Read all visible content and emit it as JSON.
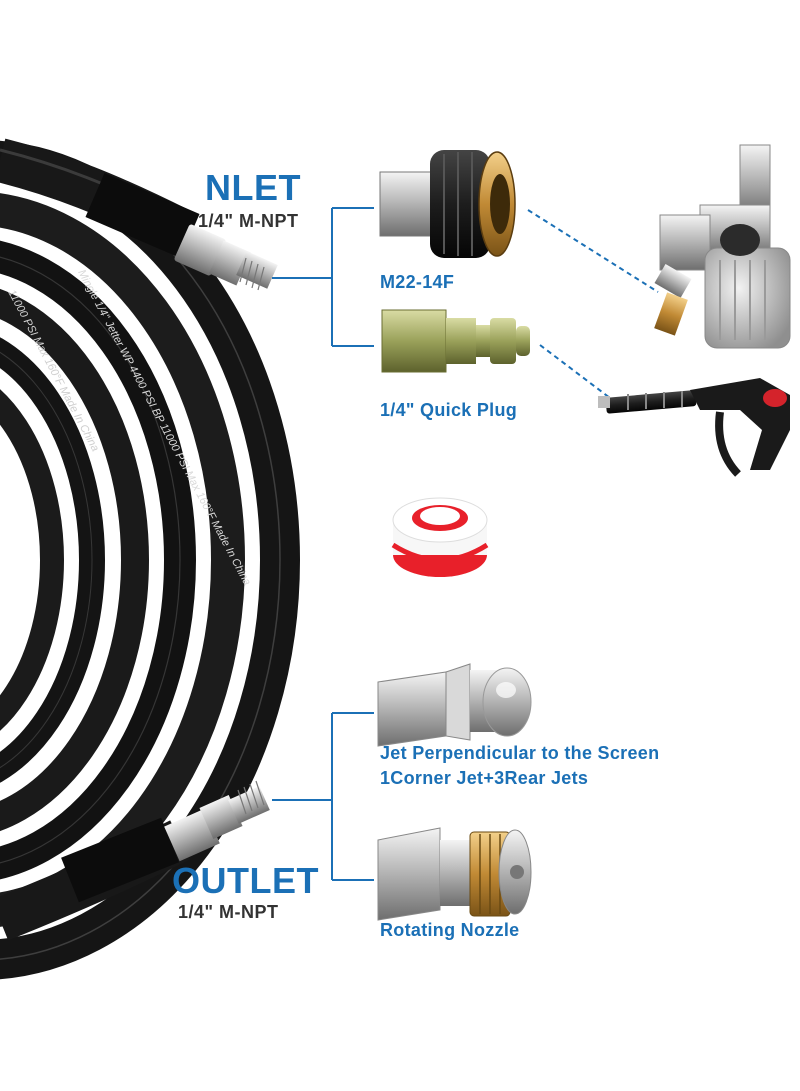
{
  "inlet": {
    "title": "NLET",
    "thread": "1/4\" M-NPT"
  },
  "outlet": {
    "title": "OUTLET",
    "thread": "1/4\" M-NPT"
  },
  "parts": {
    "m22": "M22-14F",
    "quick_plug": "1/4\" Quick Plug",
    "jet_line1": "Jet Perpendicular to the Screen",
    "jet_line2": "1Corner Jet+3Rear Jets",
    "rotating": "Rotating Nozzle"
  },
  "hose_print": {
    "line1": "Mingle 1/4\" Jetter WP 4400 PSI BP 11000 PSI Max 160°F Made In China",
    "line2": "11000 PSI Max 160°F Made In China"
  },
  "colors": {
    "accent": "#1b70b6",
    "hose": "#161616",
    "tape_red": "#e8202a"
  },
  "icons": [
    "hose-coil",
    "m22-coupler",
    "quick-plug",
    "pressure-washer-pump",
    "spray-gun",
    "thread-tape",
    "sewer-nozzle",
    "rotating-nozzle"
  ]
}
